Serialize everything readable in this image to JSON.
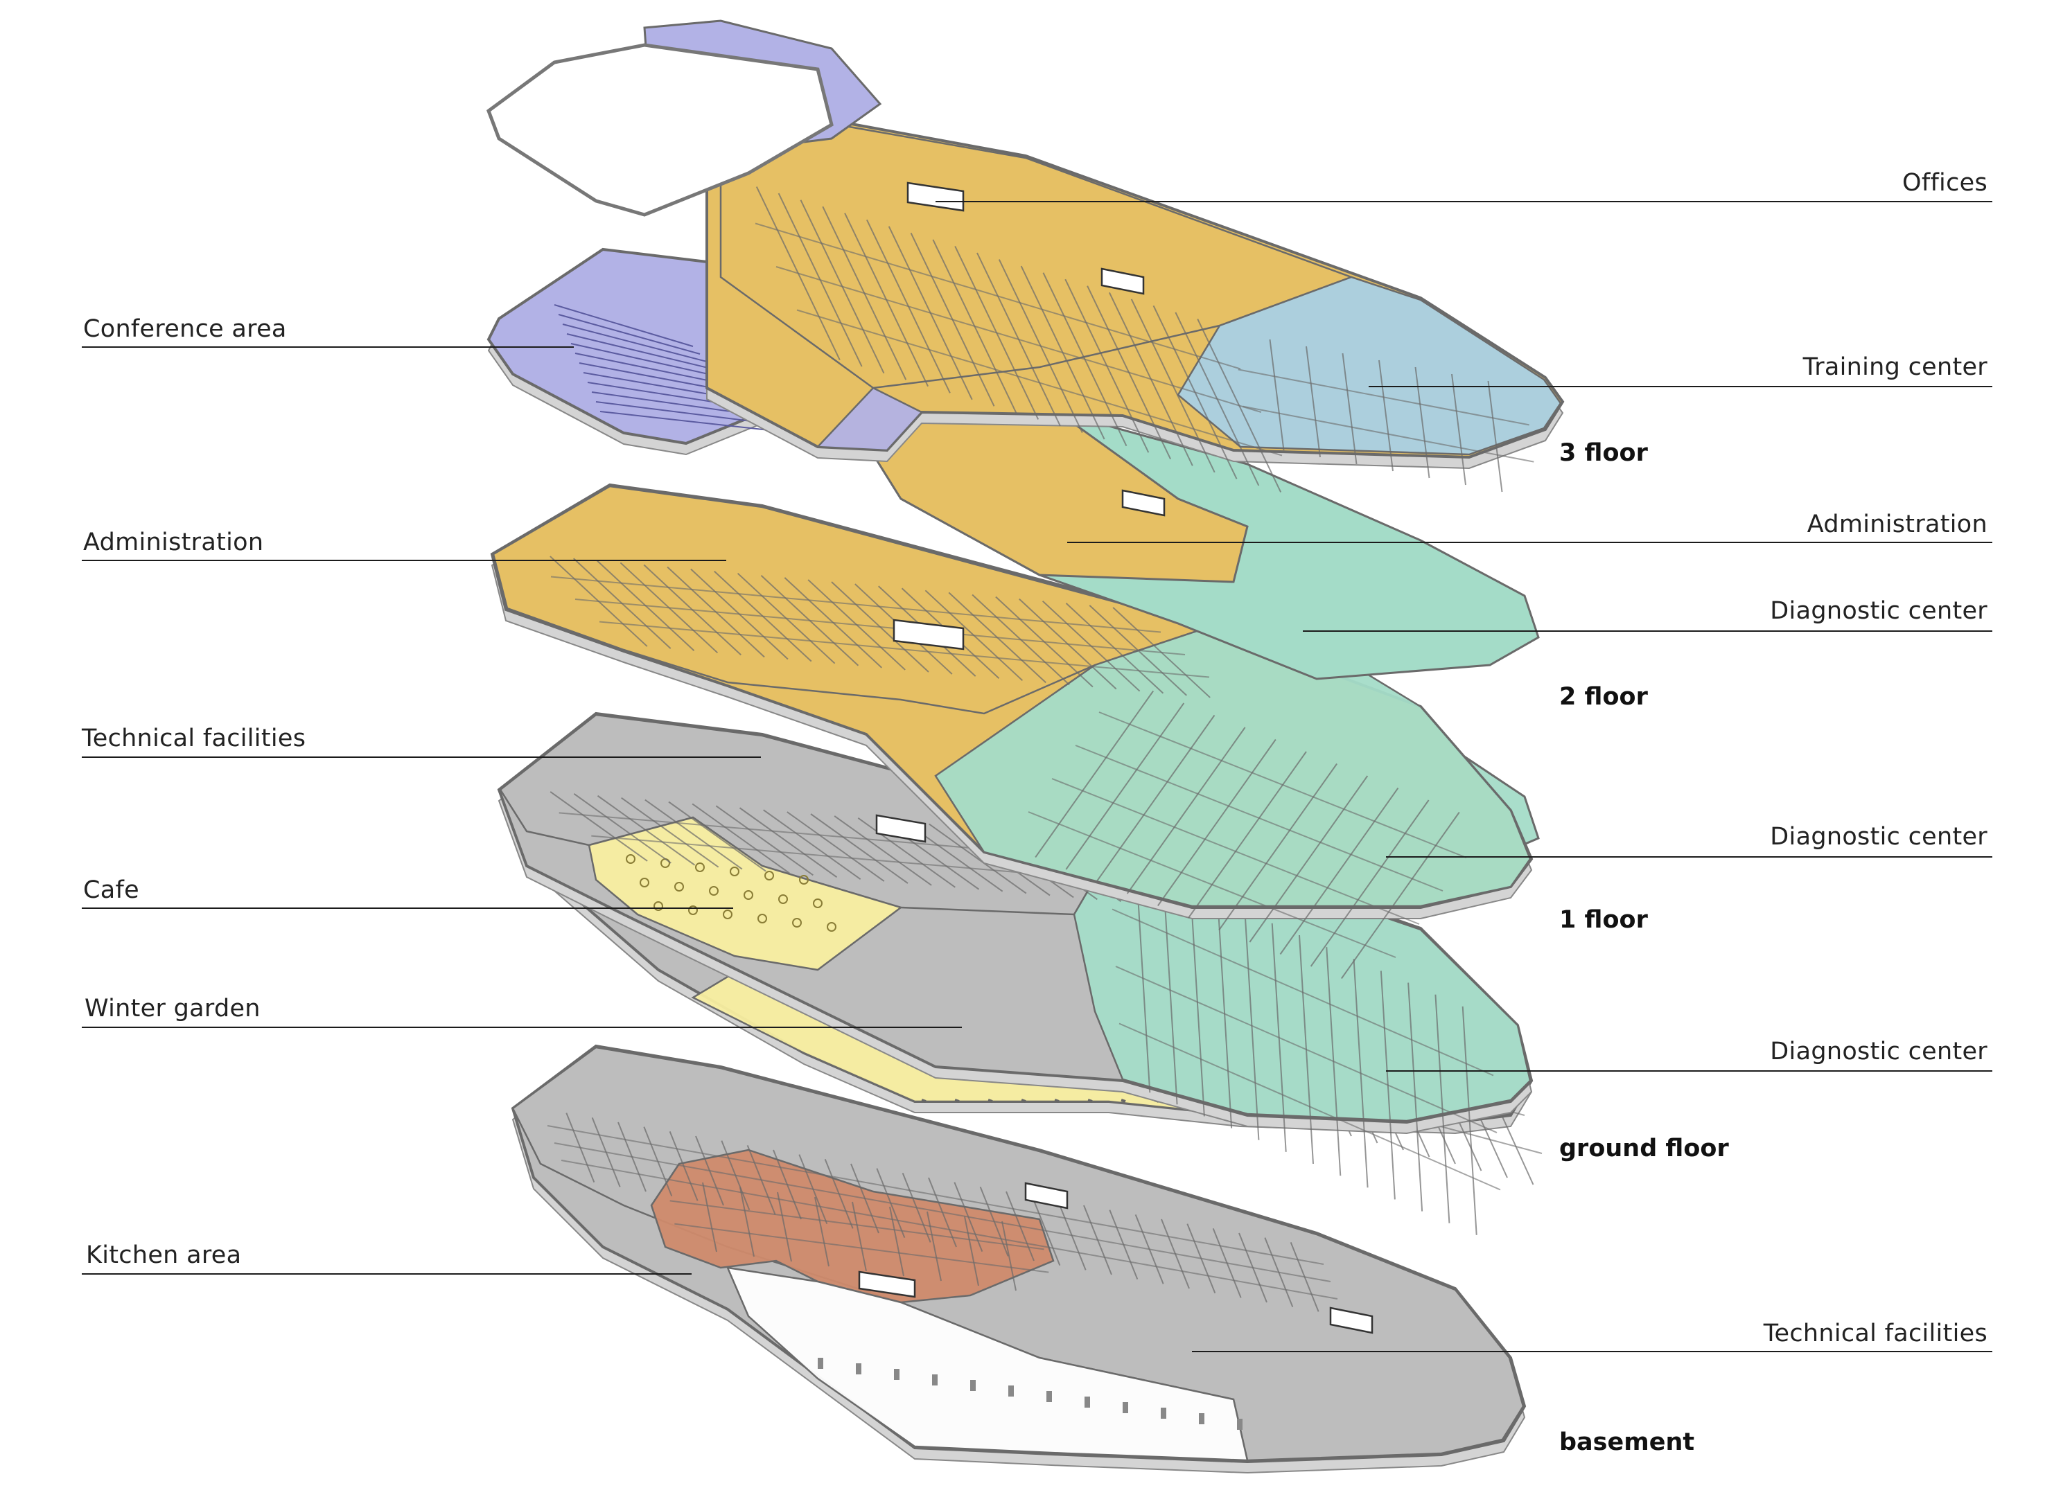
{
  "colors": {
    "offices": "#e6c064",
    "conference": "#b2b2e6",
    "training": "#a9d0e4",
    "diagnostic": "#a4dcc8",
    "technical": "#bdbdbd",
    "cafe": "#f8eea0",
    "kitchen": "#cf8a6c",
    "wall": "#6a6a6a",
    "slab_edge": "#d4d4d4"
  },
  "floors": {
    "f3": "3 floor",
    "f2": "2 floor",
    "f1": "1 floor",
    "ground": "ground floor",
    "basement": "basement"
  },
  "labels": {
    "offices": "Offices",
    "conference_area": "Conference area",
    "training_center": "Training center",
    "administration_left": "Administration",
    "administration_right": "Administration",
    "diagnostic_center_2": "Diagnostic center",
    "technical_facilities_left": "Technical facilities",
    "diagnostic_center_1": "Diagnostic center",
    "cafe": "Cafe",
    "winter_garden": "Winter garden",
    "diagnostic_center_ground": "Diagnostic center",
    "kitchen_area": "Kitchen area",
    "technical_facilities_right": "Technical facilities"
  }
}
